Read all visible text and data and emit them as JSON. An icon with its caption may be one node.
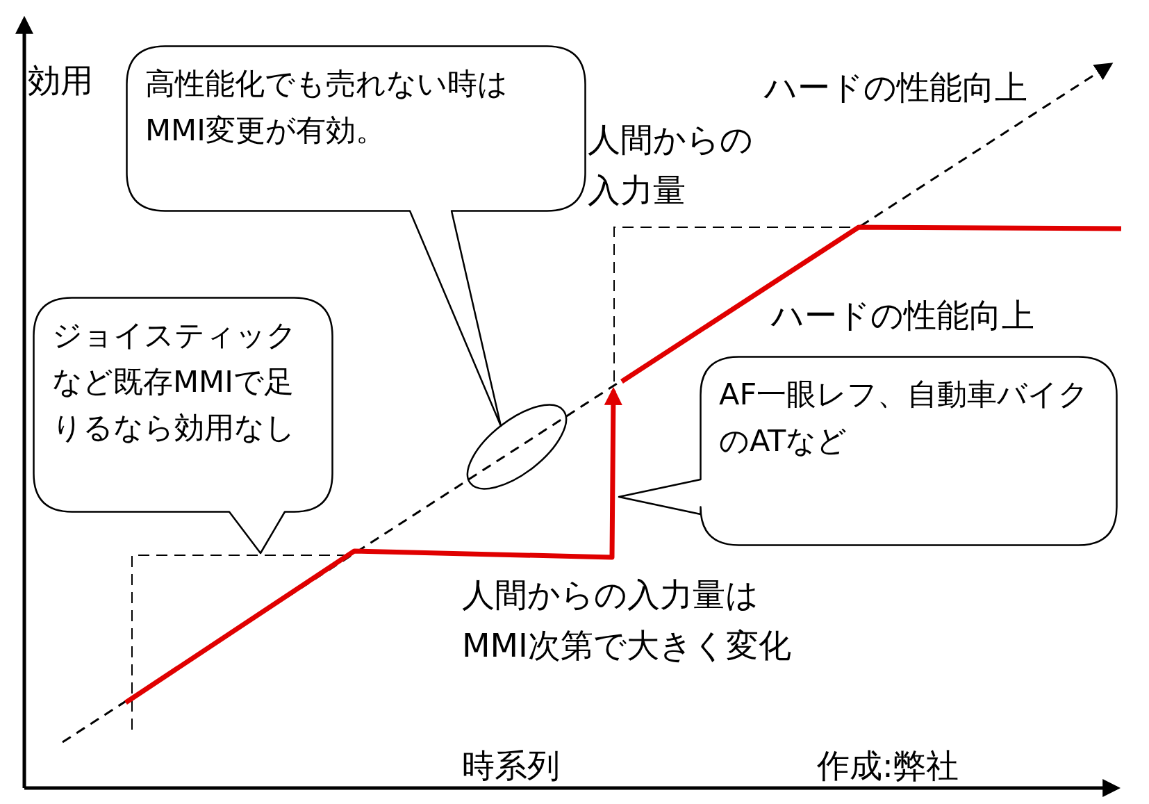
{
  "diagram": {
    "nodes": [
      {
        "text": [
          "ジョイスティックなど既存MMIで足りるなら効用なし"
        ]
      },
      {
        "text": [
          "高性能化でも売れない時はMMI変更が有効。"
        ]
      },
      {
        "text": [],
        "shape": "ellipse"
      },
      {
        "text": [
          "AF一眼レフ、自動車バイクのATなど"
        ]
      }
    ],
    "labels": [
      "効用",
      "人間からの入力量",
      "ハードの性能向上",
      "ハードの性能向上",
      "人間からの入力量はMMI次第で大きく変化",
      "時系列",
      "作成:弊社"
    ]
  }
}
